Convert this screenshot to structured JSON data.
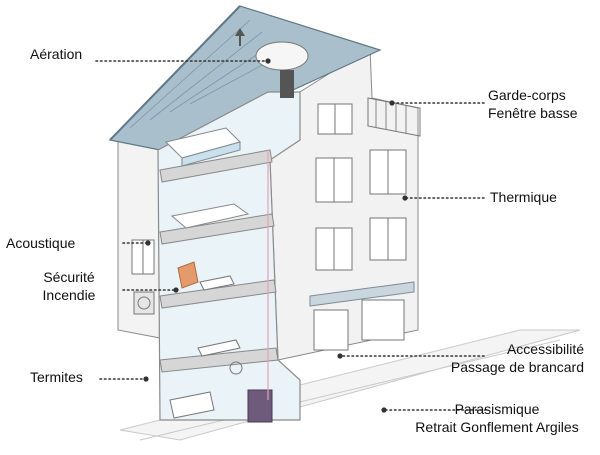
{
  "labels": {
    "aeration": "Aération",
    "garde_corps": [
      "Garde-corps",
      "Fenêtre basse"
    ],
    "thermique": "Thermique",
    "acoustique": "Acoustique",
    "securite_incendie": [
      "Sécurité",
      "Incendie"
    ],
    "accessibilite": [
      "Accessibilité",
      "Passage de brancard"
    ],
    "termites": "Termites",
    "parasismique": [
      "Parasismique",
      "Retrait Gonflement Argiles"
    ]
  },
  "colors": {
    "roof": "#9fb6c4",
    "roof_edge": "#5f7786",
    "facade": "#f1f1f1",
    "interior": "#e7f2f8",
    "slab": "#d9d9d9",
    "chair": "#e49a6b",
    "boiler": "#6e5a7a",
    "ground": "#c9c9c9"
  }
}
